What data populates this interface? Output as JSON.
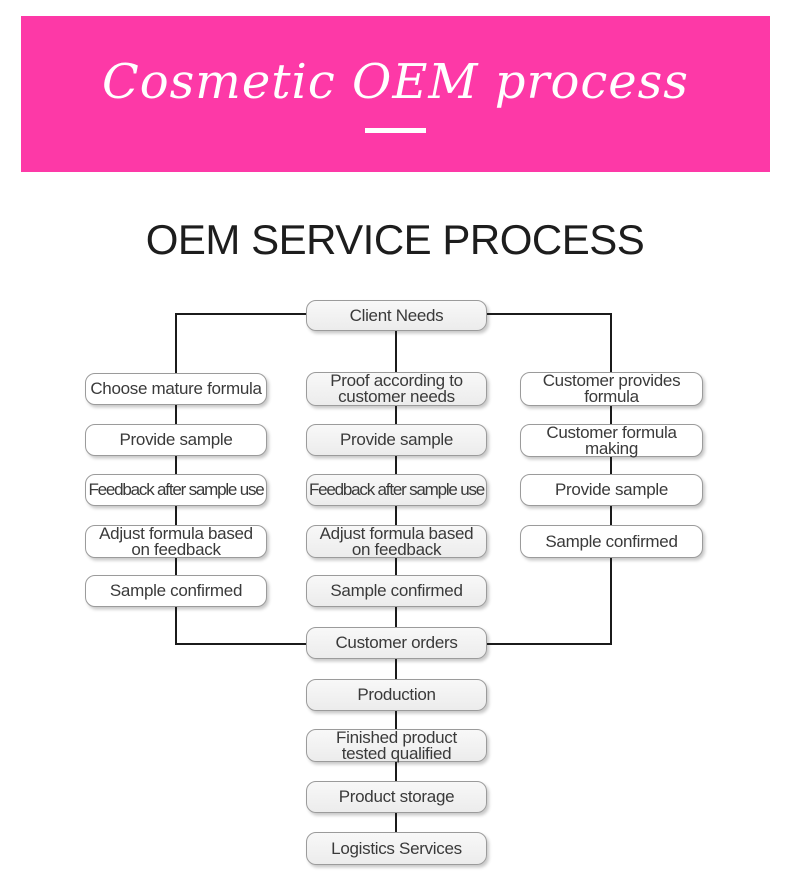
{
  "banner": {
    "title": "Cosmetic OEM process",
    "bg_color": "#fd39a7",
    "text_color": "#ffffff"
  },
  "heading": "OEM SERVICE PROCESS",
  "flow": {
    "line_color": "#1b1b1b",
    "client_needs": "Client Needs",
    "columns": {
      "left": [
        "Choose mature formula",
        "Provide sample",
        "Feedback after sample use",
        "Adjust formula based\non feedback",
        "Sample confirmed"
      ],
      "middle": [
        "Proof according to\ncustomer needs",
        "Provide sample",
        "Feedback after sample use",
        "Adjust formula based\non feedback",
        "Sample confirmed"
      ],
      "right": [
        "Customer provides\nformula",
        "Customer formula\nmaking",
        "Provide sample",
        "Sample confirmed"
      ]
    },
    "bottom": [
      "Customer orders",
      "Production",
      "Finished product\ntested qualified",
      "Product storage",
      "Logistics Services"
    ]
  }
}
